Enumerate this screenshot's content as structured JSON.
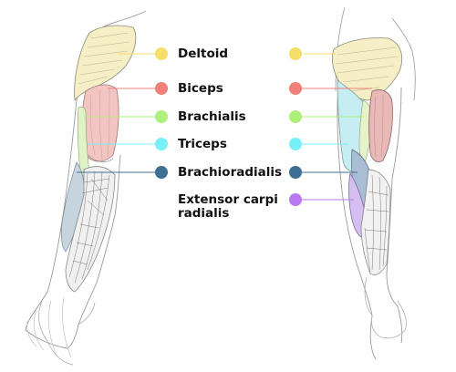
{
  "legend": [
    {
      "label": "Deltoid",
      "color": "#f5df6b"
    },
    {
      "label": "Biceps",
      "color": "#f08078"
    },
    {
      "label": "Brachialis",
      "color": "#aef07a"
    },
    {
      "label": "Triceps",
      "color": "#78f0f8"
    },
    {
      "label": "Brachioradialis",
      "color": "#3e6f93"
    },
    {
      "label": "Extensor carpi radialis",
      "line1": "Extensor carpi",
      "line2": "radialis",
      "color": "#b97af0"
    }
  ]
}
